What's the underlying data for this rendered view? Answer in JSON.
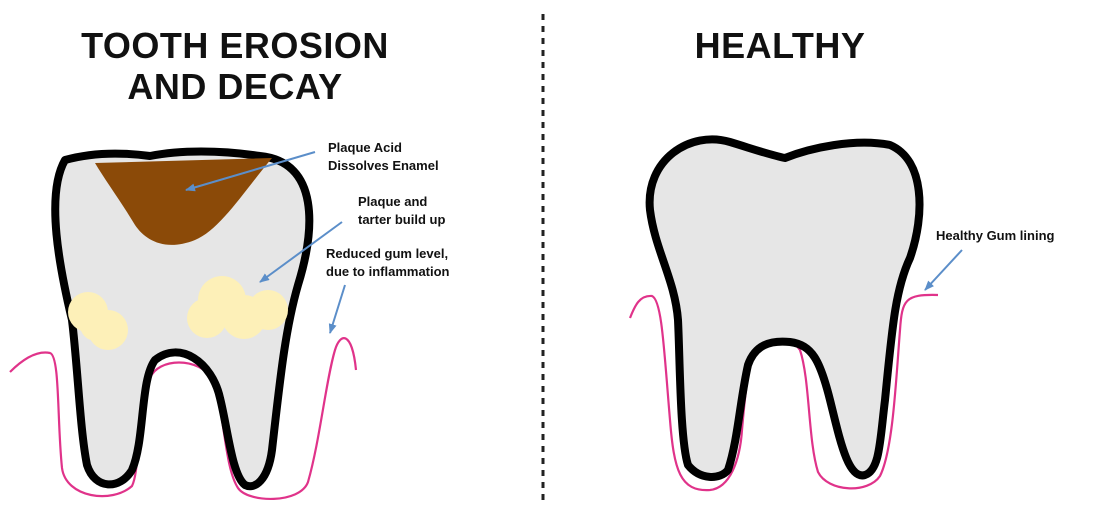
{
  "left_panel": {
    "title_line1": "TOOTH EROSION",
    "title_line2": "AND DECAY",
    "annotations": {
      "plaque_acid_line1": "Plaque Acid",
      "plaque_acid_line2": "Dissolves Enamel",
      "plaque_tarter_line1": "Plaque and",
      "plaque_tarter_line2": "tarter build up",
      "reduced_gum_line1": "Reduced gum level,",
      "reduced_gum_line2": "due to inflammation"
    }
  },
  "right_panel": {
    "title": "HEALTHY",
    "annotations": {
      "healthy_gum": "Healthy Gum lining"
    }
  },
  "colors": {
    "tooth_fill": "#e6e6e6",
    "tooth_outline": "#000000",
    "gum_line": "#e0338a",
    "decay": "#8b4a08",
    "plaque": "#fdf0b8",
    "arrow": "#5b8ec9",
    "divider": "#222222"
  }
}
